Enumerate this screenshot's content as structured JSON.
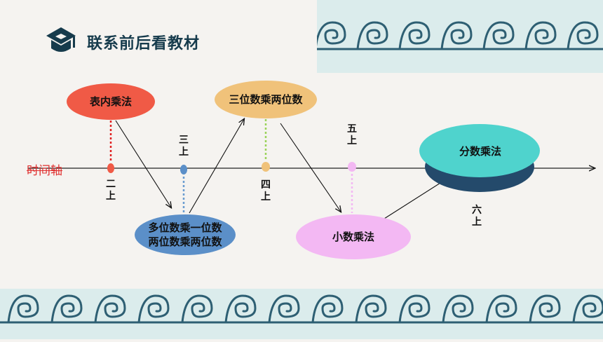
{
  "header": {
    "title": "联系前后看教材",
    "icon": "graduation-cap-icon"
  },
  "axis": {
    "label": "时间轴"
  },
  "nodes": {
    "table_mult": "表内乘法",
    "three_by_two": "三位数乘两位数",
    "multi_digit": "多位数乘一位数\n两位数乘两位数",
    "decimal_mult": "小数乘法",
    "fraction_mult": "分数乘法"
  },
  "grades": {
    "g2a": "二\n上",
    "g3a": "三\n上",
    "g4a": "四\n上",
    "g5a": "五\n上",
    "g6a": "六\n上"
  },
  "colors": {
    "title": "#163b4c",
    "table_mult": "#f05a46",
    "three_by_two": "#f0c27a",
    "multi_digit": "#5b8fc8",
    "decimal_mult": "#f3b8f3",
    "fraction_mult": "#4fd3cd",
    "fraction_shadow": "#244a6b",
    "wave": "#2e5f73"
  }
}
